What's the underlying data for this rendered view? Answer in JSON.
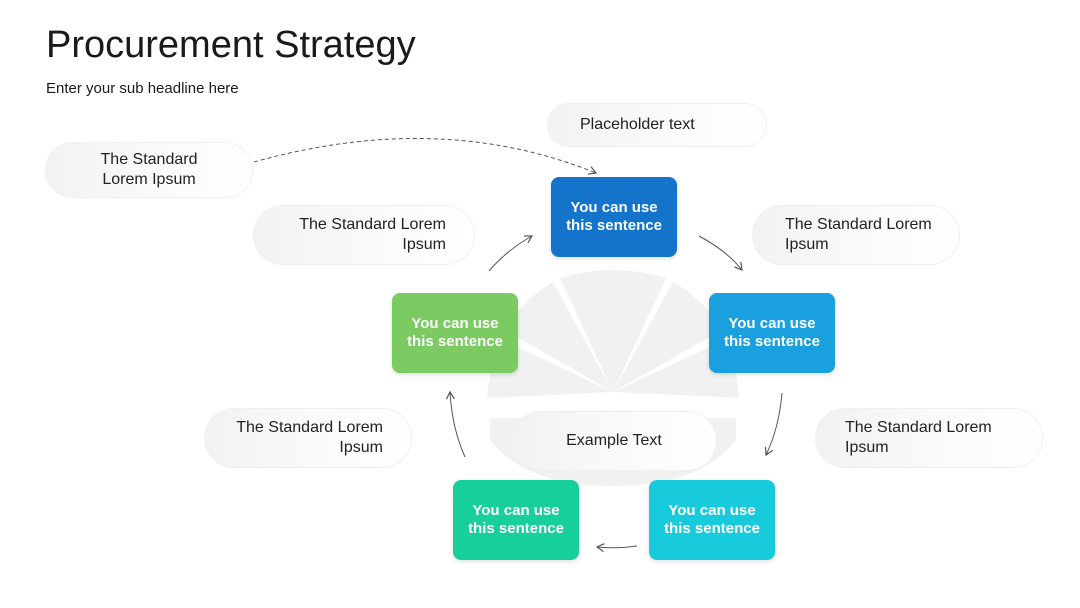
{
  "title": "Procurement Strategy",
  "subtitle": "Enter your sub headline here",
  "colors": {
    "box_top": "#1474cc",
    "box_right": "#1aa0de",
    "box_bottom_right": "#18cbdc",
    "box_bottom_left": "#17cf9a",
    "box_left": "#7ccb62",
    "arrow": "#555555",
    "fan": "#f0f0f0"
  },
  "boxes": {
    "top": "You can use this sentence",
    "right": "You can use this sentence",
    "bottom_right": "You can use this sentence",
    "bottom_left": "You can use this sentence",
    "left": "You can use this sentence"
  },
  "labels": {
    "placeholder": "Placeholder text",
    "far_left": "The Standard Lorem Ipsum",
    "upper_left": "The Standard Lorem Ipsum",
    "upper_right": "The Standard Lorem Ipsum",
    "lower_left": "The Standard Lorem Ipsum",
    "lower_right": "The Standard Lorem Ipsum",
    "center": "Example Text"
  }
}
